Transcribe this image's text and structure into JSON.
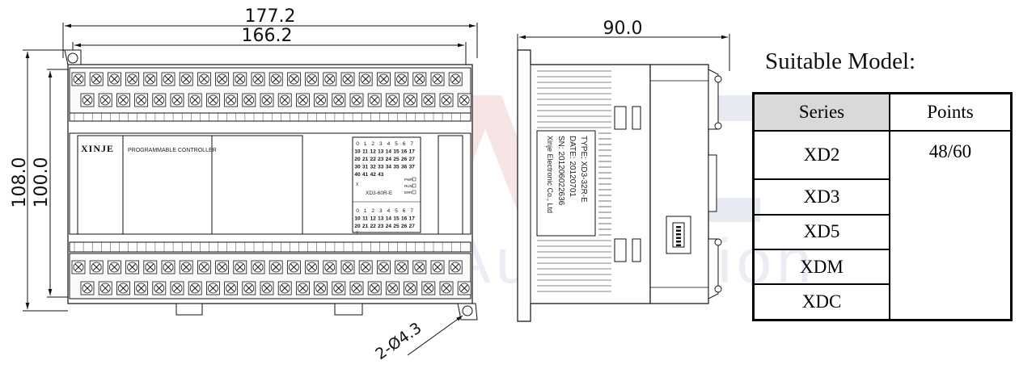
{
  "dimensions": {
    "overall_width": "177.2",
    "mounting_width": "166.2",
    "overall_height": "108.0",
    "mounting_height": "100.0",
    "side_depth": "90.0",
    "hole_spec": "2-Ø4.3"
  },
  "front_panel": {
    "brand": "XINJE",
    "label": "PROGRAMMABLE CONTROLLER",
    "model": "XD3-60R-E",
    "input_rows": [
      [
        "0",
        "1",
        "2",
        "3",
        "4",
        "5",
        "6",
        "7"
      ],
      [
        "10",
        "11",
        "12",
        "13",
        "14",
        "15",
        "16",
        "17"
      ],
      [
        "20",
        "21",
        "22",
        "23",
        "24",
        "25",
        "26",
        "27"
      ],
      [
        "30",
        "31",
        "32",
        "33",
        "34",
        "35",
        "36",
        "37"
      ],
      [
        "40",
        "41",
        "42",
        "43"
      ]
    ],
    "output_rows": [
      [
        "0",
        "1",
        "2",
        "3",
        "4",
        "5",
        "6",
        "7"
      ],
      [
        "10",
        "11",
        "12",
        "13",
        "14",
        "15",
        "16",
        "17"
      ],
      [
        "20",
        "21",
        "22",
        "23",
        "24",
        "25",
        "26",
        "27"
      ]
    ],
    "status_leds": [
      "PWR",
      "RUN",
      "ERR"
    ],
    "input_marker": "X",
    "output_marker": "Y"
  },
  "side_label": {
    "type_line": "TYPE: XD3-32R-E",
    "date_line": "DATE: 20120701",
    "sn_line": "SN: 201206022636",
    "maker_line": "Xinje Electronic Co., Ltd"
  },
  "watermark": {
    "line1": "Global Automation"
  },
  "suitable_model": {
    "title": "Suitable Model:",
    "headers": {
      "series": "Series",
      "points": "Points"
    },
    "series": [
      "XD2",
      "XD3",
      "XD5",
      "XDM",
      "XDC"
    ],
    "points": "48/60"
  }
}
